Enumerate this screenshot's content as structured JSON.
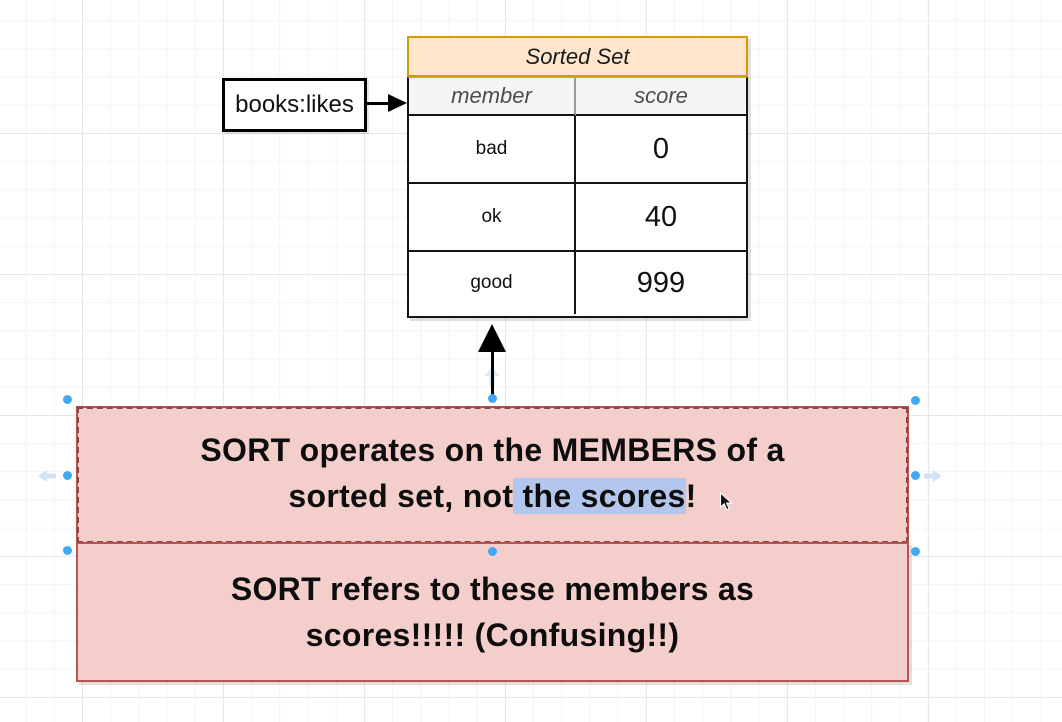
{
  "table": {
    "title": "Sorted Set",
    "columns": [
      "member",
      "score"
    ],
    "rows": [
      [
        "bad",
        "0"
      ],
      [
        "ok",
        "40"
      ],
      [
        "good",
        "999"
      ]
    ]
  },
  "label_box": {
    "text": "books:likes"
  },
  "note_top": {
    "line1": "SORT operates on the MEMBERS of a",
    "line2_pre": "sorted set, not",
    "line2_highlight": " the scores",
    "line2_post": "!"
  },
  "note_bottom": {
    "line1": "SORT refers to these members as",
    "line2": "scores!!!!! (Confusing!!)"
  },
  "colors": {
    "table_header_fill": "#ffe6cc",
    "table_header_border": "#d79b00",
    "subheader_fill": "#f5f5f5",
    "cell_border": "#141414",
    "note_fill": "#f4cecb",
    "note_border": "#b85450",
    "selection_dash": "#8f4542",
    "text_highlight": "#b3c6ee",
    "handle_blue": "#3fa9f5",
    "direction_arrow_blue": "#c9def5",
    "grid_minor": "#f4f4f6",
    "grid_major": "#e7e7ea"
  }
}
